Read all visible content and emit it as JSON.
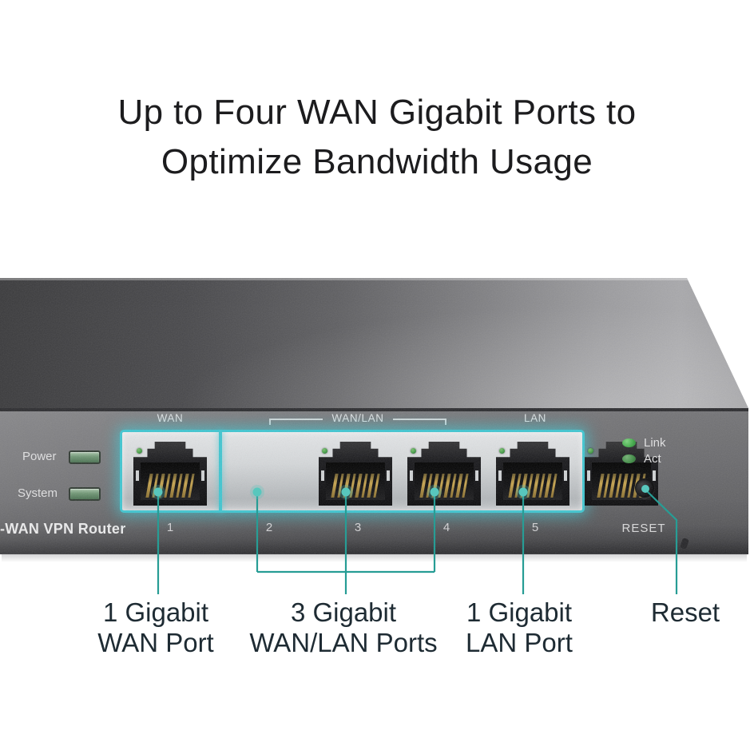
{
  "title": {
    "line1": "Up to Four WAN Gigabit Ports to",
    "line2": "Optimize Bandwidth Usage"
  },
  "router": {
    "model_text": "-WAN VPN Router",
    "power_label": "Power",
    "system_label": "System",
    "port_group_labels": {
      "wan": "WAN",
      "wan_lan": "WAN/LAN",
      "lan": "LAN"
    },
    "port_numbers": [
      "1",
      "2",
      "3",
      "4",
      "5"
    ],
    "link_label": "Link",
    "act_label": "Act",
    "reset_label": "RESET"
  },
  "callouts": {
    "wan_port": {
      "line1": "1 Gigabit",
      "line2": "WAN Port"
    },
    "wan_lan_ports": {
      "line1": "3 Gigabit",
      "line2": "WAN/LAN Ports"
    },
    "lan_port": {
      "line1": "1 Gigabit",
      "line2": "LAN Port"
    },
    "reset": {
      "line1": "Reset"
    }
  },
  "colors": {
    "accent_cyan": "#3fc6d1",
    "callout_teal": "#279d95",
    "led_green": "#3da945",
    "label_dark": "#1e2b33"
  }
}
